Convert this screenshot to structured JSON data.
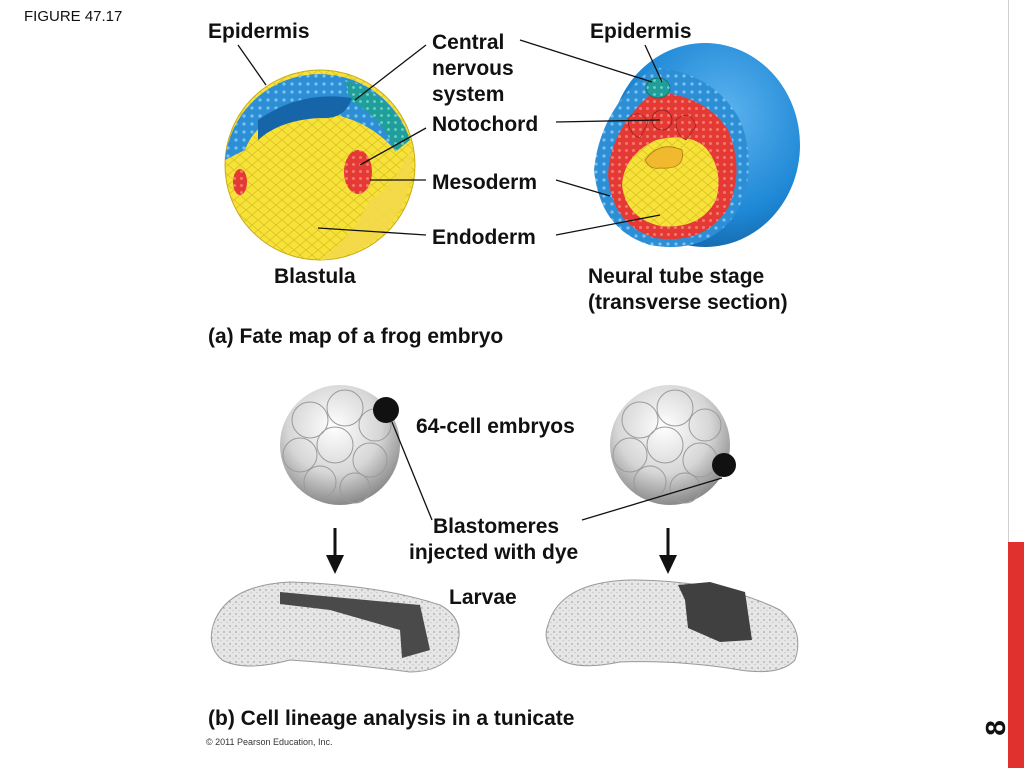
{
  "figure_label": "FIGURE 47.17",
  "part_a": {
    "labels": {
      "epidermis_left": "Epidermis",
      "epidermis_right": "Epidermis",
      "cns_line1": "Central",
      "cns_line2": "nervous",
      "cns_line3": "system",
      "notochord": "Notochord",
      "mesoderm": "Mesoderm",
      "endoderm": "Endoderm",
      "blastula": "Blastula",
      "neural_tube_line1": "Neural tube stage",
      "neural_tube_line2": "(transverse section)"
    },
    "caption": "(a) Fate map of a frog embryo",
    "colors": {
      "epidermis": "#2c8fd6",
      "cns": "#1f9e9a",
      "notochord": "#c62828",
      "mesoderm": "#e53935",
      "endoderm": "#f7e23a",
      "dark_blue": "#1565a8"
    }
  },
  "part_b": {
    "labels": {
      "embryos": "64-cell embryos",
      "blastomeres_line1": "Blastomeres",
      "blastomeres_line2": "injected with dye",
      "larvae": "Larvae"
    },
    "caption": "(b) Cell lineage analysis in a tunicate"
  },
  "copyright": "© 2011 Pearson Education, Inc.",
  "page_number": "8",
  "accent_color": "#e0312f"
}
